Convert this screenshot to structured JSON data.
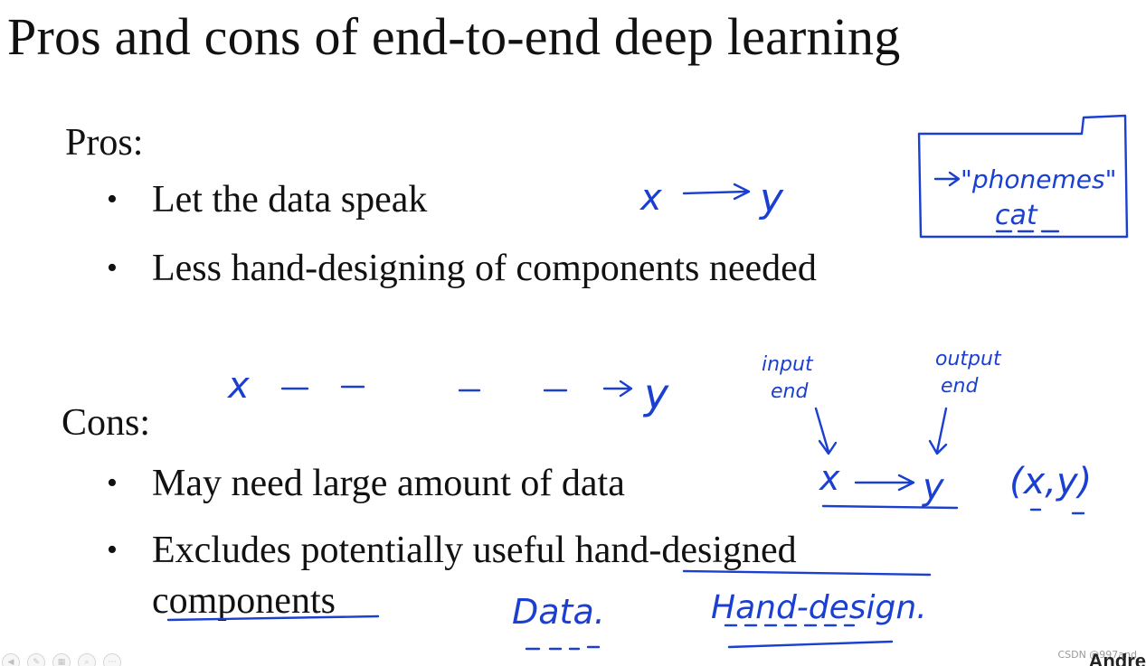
{
  "slide": {
    "title": "Pros and cons of end-to-end deep learning",
    "pros": {
      "label": "Pros:",
      "bullets": [
        "Let the data speak",
        "Less hand-designing of components needed"
      ]
    },
    "cons": {
      "label": "Cons:",
      "bullets": [
        "May need large amount of data",
        "Excludes potentially useful hand-designed",
        "components"
      ]
    },
    "bullet_glyph": "•"
  },
  "annotations": {
    "pros_x": "x",
    "pros_y": "y",
    "box_text": "\"phonemes\"",
    "box_word": "cat",
    "dashed_x": "x",
    "dashed_y": "y",
    "input_end_1": "input",
    "input_end_2": "end",
    "output_end_1": "output",
    "output_end_2": "end",
    "cons_x": "x",
    "cons_y": "y",
    "pair": "(x,y)",
    "data_label": "Data.",
    "hand_design_label": "Hand-design."
  },
  "watermark": "CSDN @997and",
  "author_fragment": "Andre",
  "colors": {
    "ink": "#1a3fd1",
    "text": "#111111",
    "background": "#ffffff"
  }
}
